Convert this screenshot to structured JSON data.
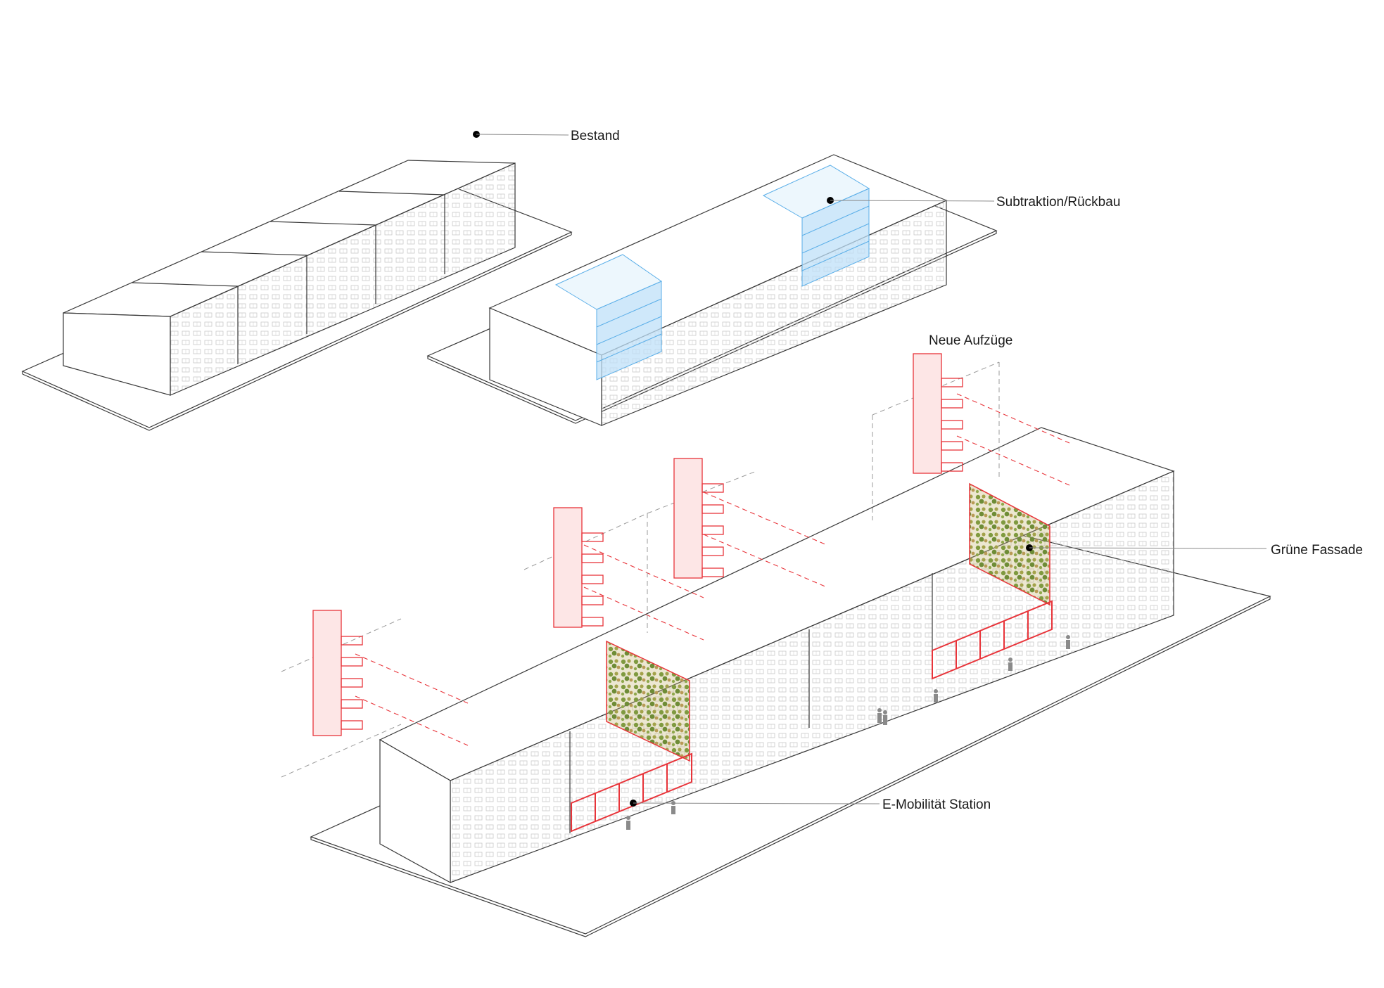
{
  "labels": {
    "bestand": "Bestand",
    "subtraktion": "Subtraktion/Rückbau",
    "aufzuege": "Neue Aufzüge",
    "gruene_fassade": "Grüne Fassade",
    "e_mobilitaet": "E-Mobilität Station"
  },
  "colors": {
    "line": "#3a3a3a",
    "subtraction_blue": "#5aaee8",
    "addition_red": "#e8343a",
    "greenery": "#8aa34a",
    "leader": "#8a8a8a"
  }
}
